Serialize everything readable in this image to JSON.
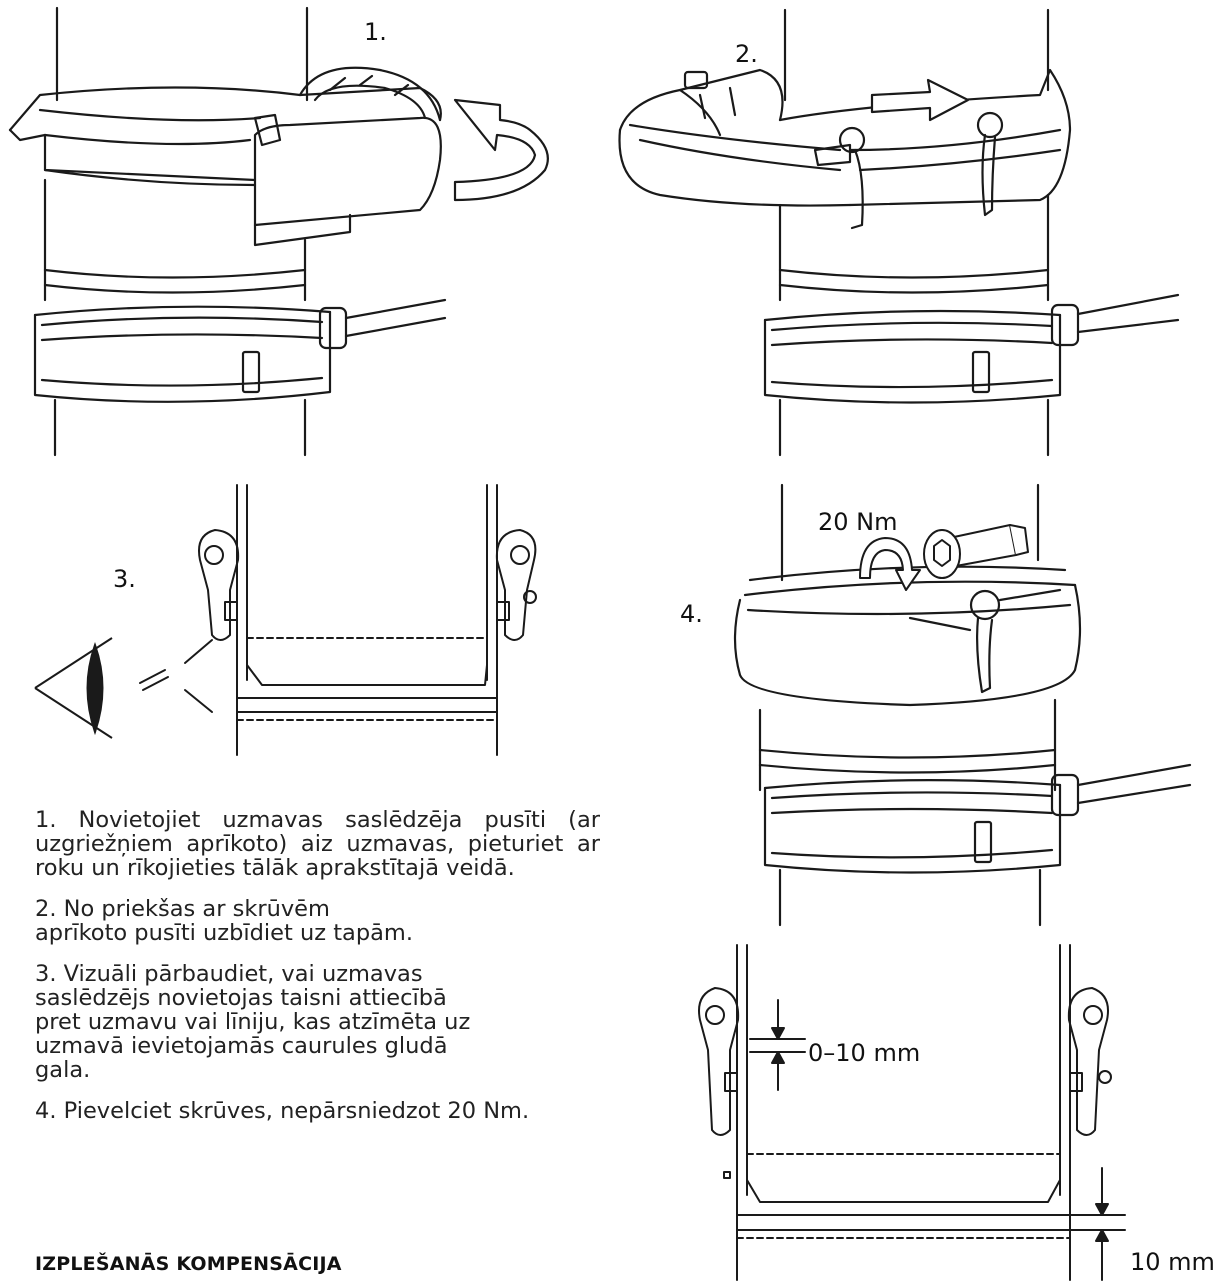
{
  "figures": {
    "step1": "1.",
    "step2": "2.",
    "step3": "3.",
    "step4": "4.",
    "torque": "20 Nm",
    "dim_gap": "0–10 mm",
    "dim_insert": "10 mm"
  },
  "instructions": [
    "1. Novietojiet uzmavas saslēdzēja pusīti (ar uzgriežņiem aprīkoto) aiz uzmavas, pieturiet ar roku un rīkojieties tālāk aprakstītajā veidā.",
    "2. No priekšas ar skrūvēm aprīkoto pusīti uzbīdiet uz tapām.",
    "3. Vizuāli pārbaudiet, vai uzmavas saslēdzējs novietojas taisni attiecībā pret uzmavu vai līniju, kas atzīmēta uz uzmavā ievietojamās caurules gludā gala.",
    "4. Pievelciet skrūves, nepārsniedzot 20 Nm."
  ],
  "section_heading": "IZPLEŠANĀS KOMPENSĀCIJA",
  "icons": [
    "rotate-arrow-icon",
    "push-arrow-icon",
    "eye-icon",
    "torque-arrow-icon",
    "bolt-icon"
  ]
}
